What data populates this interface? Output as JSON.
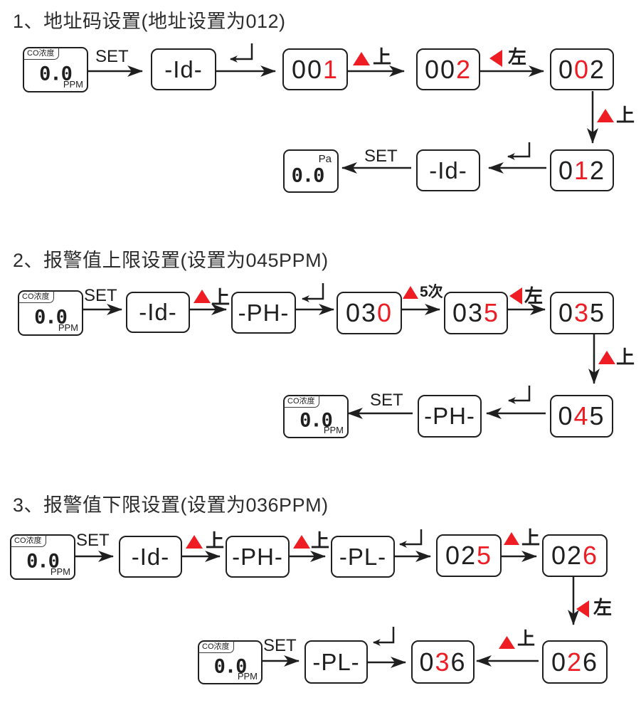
{
  "colors": {
    "red": "#ee1c23",
    "ink": "#1f1f1f"
  },
  "key_labels": {
    "set": "SET",
    "up": "上",
    "left": "左",
    "up_5x": "5次"
  },
  "lcd": {
    "channel": "CO浓度",
    "value": "0.0",
    "unit_ppm": "PPM",
    "unit_pa": "Pa"
  },
  "sections": [
    {
      "title": "1、地址码设置(地址设置为012)",
      "steps": {
        "id": "-Id-",
        "v1": {
          "pre": "00",
          "red": "1",
          "post": ""
        },
        "v2": {
          "pre": "00",
          "red": "2",
          "post": ""
        },
        "v3": {
          "pre": "0",
          "red": "0",
          "post": "2"
        },
        "v4": {
          "pre": "0",
          "red": "1",
          "post": "2"
        },
        "id2": "-Id-"
      }
    },
    {
      "title": "2、报警值上限设置(设置为045PPM)",
      "steps": {
        "id": "-Id-",
        "ph": "-PH-",
        "v1": {
          "pre": "03",
          "red": "0",
          "post": ""
        },
        "v2": {
          "pre": "03",
          "red": "5",
          "post": ""
        },
        "v3": {
          "pre": "0",
          "red": "3",
          "post": "5"
        },
        "v4": {
          "pre": "0",
          "red": "4",
          "post": "5"
        },
        "ph2": "-PH-"
      }
    },
    {
      "title": "3、报警值下限设置(设置为036PPM)",
      "steps": {
        "id": "-Id-",
        "ph": "-PH-",
        "pl": "-PL-",
        "v1": {
          "pre": "02",
          "red": "5",
          "post": ""
        },
        "v2": {
          "pre": "02",
          "red": "6",
          "post": ""
        },
        "v3": {
          "pre": "0",
          "red": "2",
          "post": "6"
        },
        "v4": {
          "pre": "0",
          "red": "3",
          "post": "6"
        },
        "pl2": "-PL-"
      }
    }
  ]
}
